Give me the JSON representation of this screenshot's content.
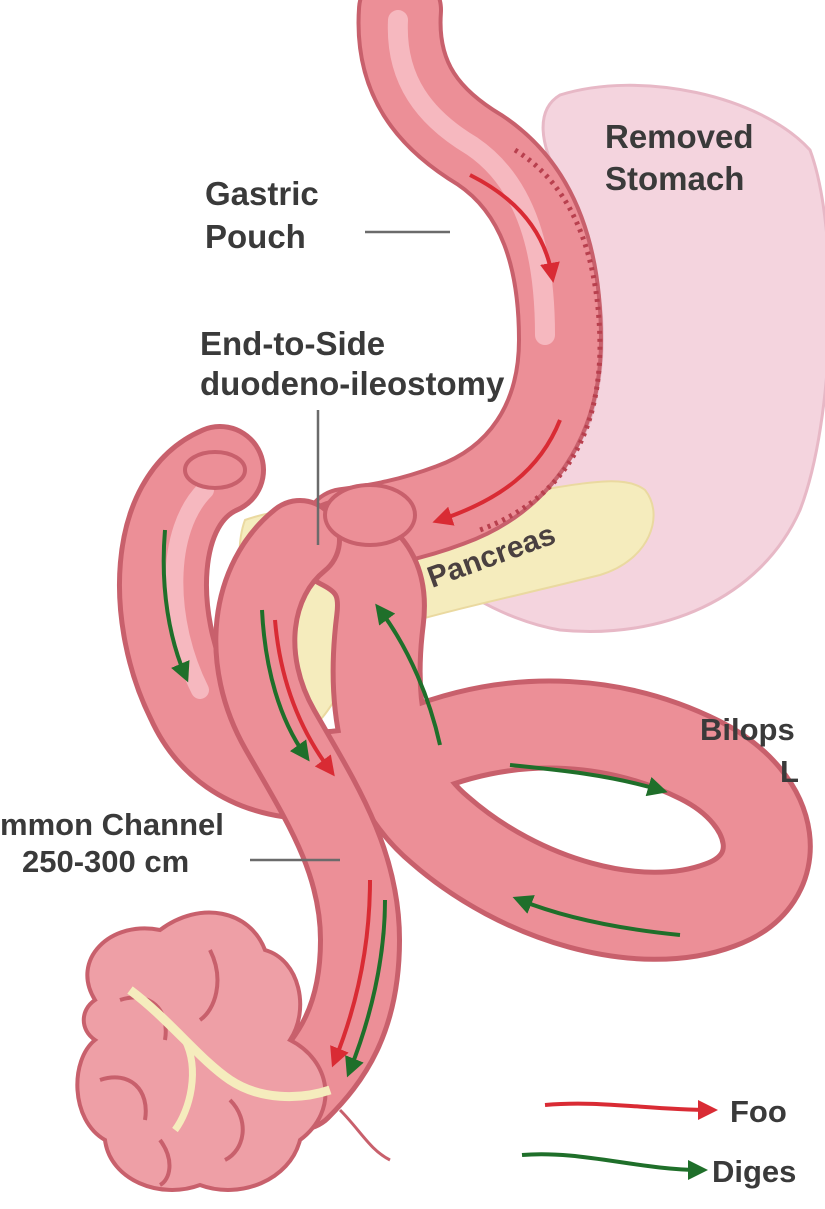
{
  "labels": {
    "removed_stomach": [
      "Removed",
      "Stomach"
    ],
    "gastric_pouch": [
      "Gastric",
      "Pouch"
    ],
    "anastomosis": [
      "End-to-Side",
      "duodeno-ileostomy"
    ],
    "pancreas": "Pancreas",
    "biliopancreatic_limb": [
      "Bilops",
      "L"
    ],
    "common_channel": [
      "mmon Channel",
      "250-300 cm"
    ]
  },
  "legend": {
    "food": "Foo",
    "digestive": "Diges"
  },
  "colors": {
    "intestine": "#ec8f97",
    "intestine_light": "#f6b8bf",
    "intestine_dark": "#c8606c",
    "stomach": "#f4d4de",
    "pancreas": "#f5ecbd",
    "food_arrow": "#d92b34",
    "digestive_arrow": "#1f6f2a",
    "text": "#3a3a3a"
  }
}
